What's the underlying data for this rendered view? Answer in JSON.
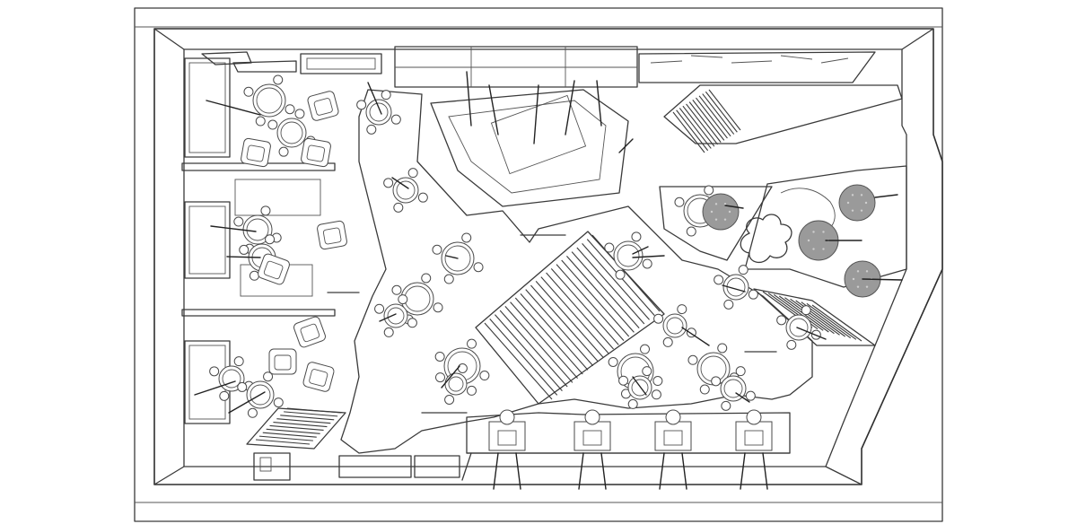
{
  "drawing": {
    "type": "architectural-floor-plan-sketch",
    "view": "top-down",
    "style": "line-drawing",
    "colors": {
      "line": "#3a3a3a",
      "background": "#ffffff",
      "planter": "#9a9a9a"
    }
  },
  "elements": {
    "round_tables_double_ring": 16,
    "lounge_armchairs": 8,
    "workstations_south_wall": 4,
    "slatted_panels": 6,
    "round_planters": 4,
    "bar_island": 1,
    "feature_tree": 1
  }
}
